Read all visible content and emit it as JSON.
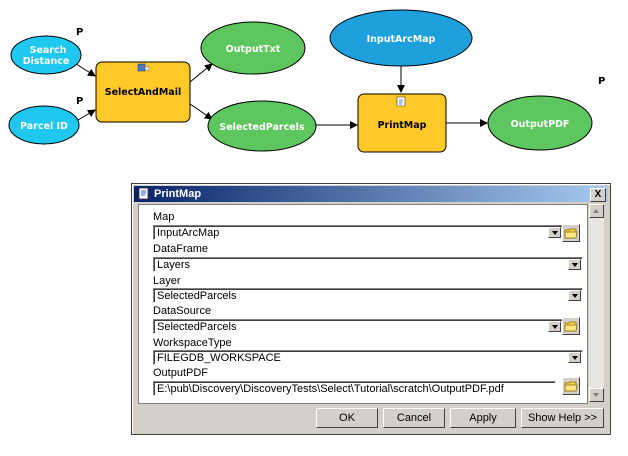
{
  "model": {
    "nodes": {
      "search_distance": "Search Distance",
      "parcel_id": "Parcel ID",
      "select_and_mail": "SelectAndMail",
      "output_txt": "OutputTxt",
      "selected_parcels": "SelectedParcels",
      "input_arc_map": "InputArcMap",
      "print_map": "PrintMap",
      "output_pdf": "OutputPDF"
    },
    "parameter_marker": "P"
  },
  "dialog": {
    "title": "PrintMap",
    "close_label": "X",
    "fields": {
      "map_label": "Map",
      "map_value": "InputArcMap",
      "dataframe_label": "DataFrame",
      "dataframe_value": "Layers",
      "layer_label": "Layer",
      "layer_value": "SelectedParcels",
      "datasource_label": "DataSource",
      "datasource_value": "SelectedParcels",
      "workspace_label": "WorkspaceType",
      "workspace_value": "FILEGDB_WORKSPACE",
      "outputpdf_label": "OutputPDF",
      "outputpdf_value": "E:\\pub\\Discovery\\DiscoveryTests\\Select\\Tutorial\\scratch\\OutputPDF.pdf"
    },
    "buttons": {
      "ok": "OK",
      "cancel": "Cancel",
      "apply": "Apply",
      "help": "Show Help >>"
    }
  },
  "colors": {
    "input_blue": "#1ec8f0",
    "tool_yellow": "#ffc927",
    "output_green": "#5ec65e",
    "map_blue": "#1ea0dc"
  },
  "icons": [
    "tool-icon",
    "folder-icon",
    "window-icon"
  ]
}
